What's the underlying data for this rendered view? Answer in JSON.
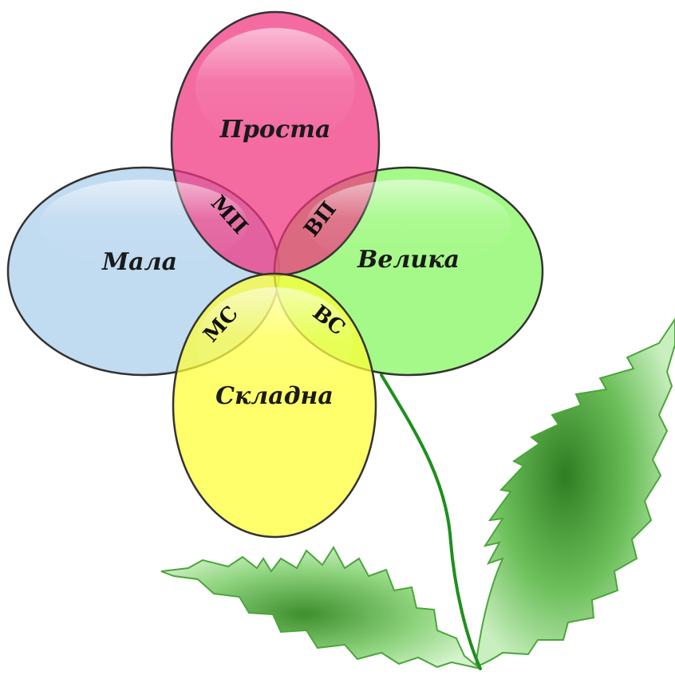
{
  "petals": {
    "top": {
      "label": "Проста",
      "color": "#f0327e"
    },
    "left": {
      "label": "Мала",
      "color": "#bcd8f0"
    },
    "right": {
      "label": "Велика",
      "color": "#8ef76a"
    },
    "bottom": {
      "label": "Складна",
      "color": "#ffff33"
    }
  },
  "intersections": {
    "top_left": {
      "label": "МП"
    },
    "top_right": {
      "label": "ВП"
    },
    "bottom_left": {
      "label": "МС"
    },
    "bottom_right": {
      "label": "ВС"
    }
  },
  "colors": {
    "outline": "#333333",
    "stem": "#1f8f1f",
    "leaf_dark": "#2f7d22",
    "leaf_light": "#b9eab0"
  }
}
